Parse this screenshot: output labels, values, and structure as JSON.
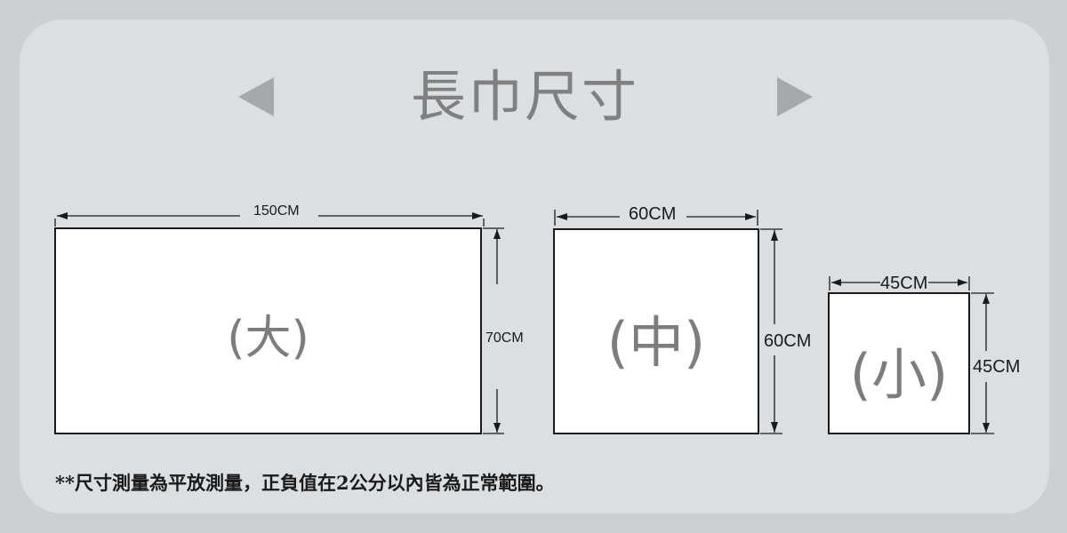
{
  "title": "長巾尺寸",
  "nav": {
    "prev_icon": "triangle-left-icon",
    "next_icon": "triangle-right-icon",
    "arrow_color": "#a6a9ab"
  },
  "sizes": {
    "large": {
      "label": "(大)",
      "width": "150CM",
      "height": "70CM"
    },
    "medium": {
      "label": "(中)",
      "width": "60CM",
      "height": "60CM"
    },
    "small": {
      "label": "(小)",
      "width": "45CM",
      "height": "45CM"
    }
  },
  "note": "**尺寸測量為平放測量，正負值在2公分以內皆為正常範圍。",
  "colors": {
    "background": "#cdd0d3",
    "panel": "#dcdfe2",
    "title": "#808080",
    "box_border": "#1a1a1a",
    "box_label": "#7d7d7d"
  }
}
